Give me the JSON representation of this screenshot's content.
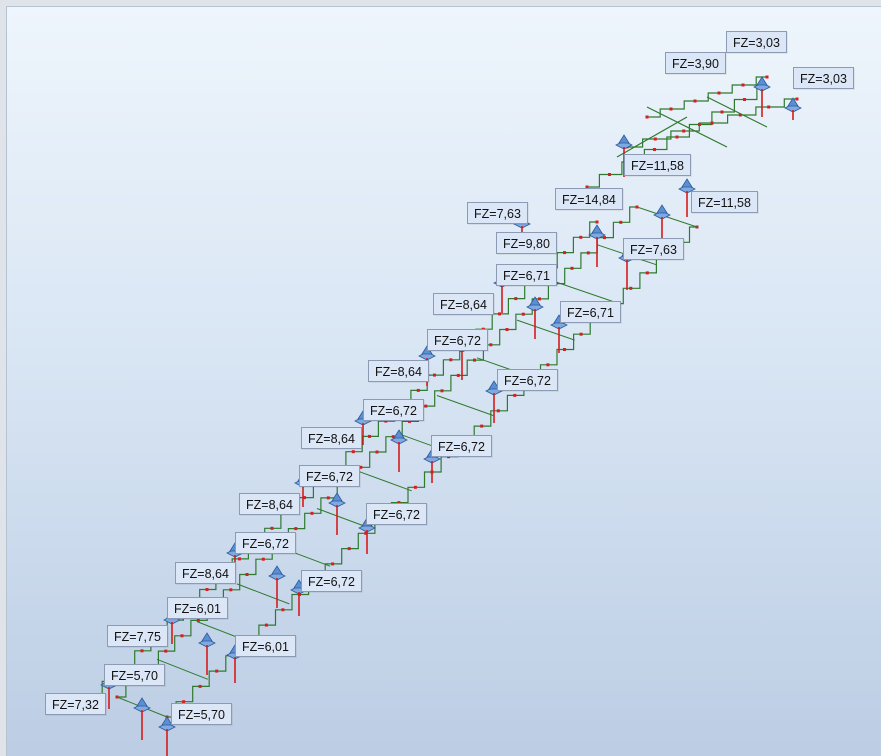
{
  "colors": {
    "member": "#2f7a2f",
    "reaction_arrow": "#d61c1c",
    "support": "#5b8fd4",
    "node": "#d62020",
    "label_bg": "#dbe6f7",
    "label_border": "#8c9bb3"
  },
  "support_icon": "fixed-support-icon",
  "reactions": [
    {
      "id": "r1",
      "text": "FZ=3,03"
    },
    {
      "id": "r2",
      "text": "FZ=3,90"
    },
    {
      "id": "r3",
      "text": "FZ=3,03"
    },
    {
      "id": "r4",
      "text": "FZ=11,58"
    },
    {
      "id": "r5",
      "text": "FZ=14,84"
    },
    {
      "id": "r6",
      "text": "FZ=11,58"
    },
    {
      "id": "r7",
      "text": "FZ=7,63"
    },
    {
      "id": "r8",
      "text": "FZ=9,80"
    },
    {
      "id": "r9",
      "text": "FZ=7,63"
    },
    {
      "id": "r10",
      "text": "FZ=6,71"
    },
    {
      "id": "r11",
      "text": "FZ=8,64"
    },
    {
      "id": "r12",
      "text": "FZ=6,71"
    },
    {
      "id": "r13",
      "text": "FZ=6,72"
    },
    {
      "id": "r14",
      "text": "FZ=8,64"
    },
    {
      "id": "r15",
      "text": "FZ=6,72"
    },
    {
      "id": "r16",
      "text": "FZ=6,72"
    },
    {
      "id": "r17",
      "text": "FZ=8,64"
    },
    {
      "id": "r18",
      "text": "FZ=6,72"
    },
    {
      "id": "r19",
      "text": "FZ=6,72"
    },
    {
      "id": "r20",
      "text": "FZ=8,64"
    },
    {
      "id": "r21",
      "text": "FZ=6,72"
    },
    {
      "id": "r22",
      "text": "FZ=6,72"
    },
    {
      "id": "r23",
      "text": "FZ=8,64"
    },
    {
      "id": "r24",
      "text": "FZ=6,72"
    },
    {
      "id": "r25",
      "text": "FZ=6,01"
    },
    {
      "id": "r26",
      "text": "FZ=7,75"
    },
    {
      "id": "r27",
      "text": "FZ=6,01"
    },
    {
      "id": "r28",
      "text": "FZ=5,70"
    },
    {
      "id": "r29",
      "text": "FZ=7,32"
    },
    {
      "id": "r30",
      "text": "FZ=5,70"
    }
  ]
}
